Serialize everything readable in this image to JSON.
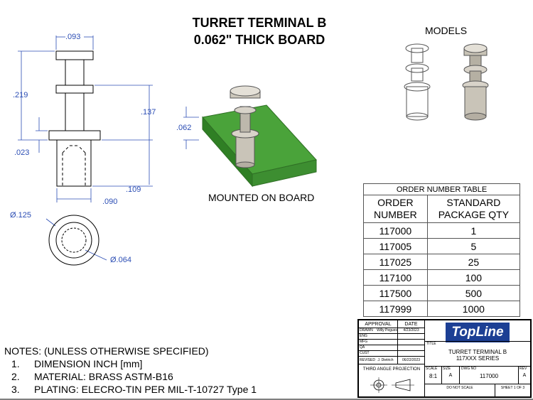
{
  "title": {
    "line1": "TURRET TERMINAL B",
    "line2": "0.062\" THICK BOARD"
  },
  "labels": {
    "models": "MODELS",
    "mounted": "MOUNTED ON BOARD"
  },
  "dimensions": {
    "d093": ".093",
    "d219": ".219",
    "d137": ".137",
    "d023": ".023",
    "d109": ".109",
    "d090": ".090",
    "d062": ".062",
    "d125": "Ø.125",
    "d064": "Ø.064"
  },
  "order_table": {
    "caption": "ORDER NUMBER TABLE",
    "col1": "ORDER NUMBER",
    "col2": "STANDARD PACKAGE QTY",
    "rows": [
      {
        "order": "117000",
        "qty": "1"
      },
      {
        "order": "117005",
        "qty": "5"
      },
      {
        "order": "117025",
        "qty": "25"
      },
      {
        "order": "117100",
        "qty": "100"
      },
      {
        "order": "117500",
        "qty": "500"
      },
      {
        "order": "117999",
        "qty": "1000"
      }
    ]
  },
  "notes": {
    "header": "NOTES: (UNLESS OTHERWISE SPECIFIED)",
    "items": [
      {
        "num": "1.",
        "text": "DIMENSION INCH [mm]"
      },
      {
        "num": "2.",
        "text": "MATERIAL: BRASS ASTM-B16"
      },
      {
        "num": "3.",
        "text": "PLATING: ELECRO-TIN PER MIL-T-10727 Type 1"
      }
    ]
  },
  "title_block": {
    "approval": "APPROVAL",
    "date": "DATE",
    "drawn_label": "DRAWN",
    "drawn_by": "Willy Pegues",
    "drawn_date": "4/23/2023",
    "eng": "ENG",
    "mfg": "MFG",
    "qa": "QA",
    "cust": "CUST",
    "revised_label": "REVISED",
    "revised_by": "J. Dietrich",
    "revised_date": "06/22/2023",
    "logo": "TopLine",
    "title_label": "TITLE",
    "title_line1": "TURRET TERMINAL B",
    "title_line2": "117XXX SERIES",
    "projection": "THIRD ANGLE PROJECTION",
    "scale_label": "SCALE",
    "scale": "8:1",
    "size_label": "SIZE",
    "size": "A",
    "dwg_label": "DWG NO",
    "dwg": "117000",
    "rev_label": "REV",
    "rev": "A",
    "do_not_scale": "DO NOT SCALE",
    "sheet": "SHEET  1 OF 3"
  },
  "colors": {
    "board": "#3e9b2f",
    "dimension": "#2b4db4",
    "metal": "#c9c4b8"
  }
}
